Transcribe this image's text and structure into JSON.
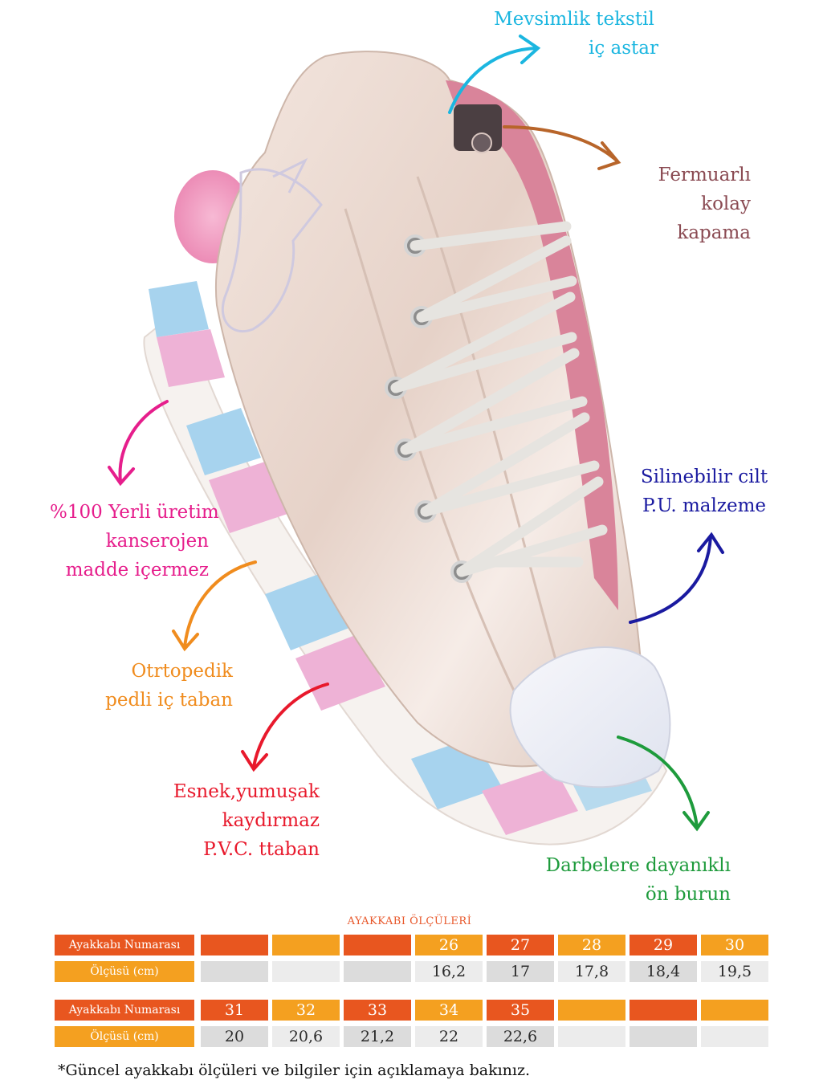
{
  "callouts": {
    "lining": {
      "lines": [
        "Mevsimlik  tekstil",
        "iç astar"
      ],
      "color": "#1bb6e0"
    },
    "zipper": {
      "lines": [
        "Fermuarlı",
        "kolay",
        "kapama"
      ],
      "color": "#8a4a52"
    },
    "material": {
      "lines": [
        "Silinebilir cilt",
        "P.U. malzeme"
      ],
      "color": "#1a1aa0"
    },
    "domestic": {
      "lines": [
        "%100 Yerli üretim",
        "kanserojen",
        "madde içermez"
      ],
      "color": "#e61e8c"
    },
    "insole": {
      "lines": [
        "Otrtopedik",
        "pedli iç taban"
      ],
      "color": "#f08c1e"
    },
    "outsole": {
      "lines": [
        "Esnek,yumuşak",
        "kaydırmaz",
        "P.V.C. ttaban"
      ],
      "color": "#e8192c"
    },
    "toe": {
      "lines": [
        "Darbelere dayanıklı",
        "ön burun"
      ],
      "color": "#1e9b3c"
    }
  },
  "size_chart": {
    "title": "AYAKKABI ÖLÇÜLERİ",
    "tables": [
      {
        "number_label": "Ayakkabı Numarası",
        "size_label": "Ölçüsü (cm)",
        "numbers": [
          "",
          "",
          "",
          "26",
          "27",
          "28",
          "29",
          "30"
        ],
        "sizes": [
          "",
          "",
          "",
          "16,2",
          "17",
          "17,8",
          "18,4",
          "19,5"
        ]
      },
      {
        "number_label": "Ayakkabı Numarası",
        "size_label": "Ölçüsü (cm)",
        "numbers": [
          "31",
          "32",
          "33",
          "34",
          "35",
          "",
          "",
          ""
        ],
        "sizes": [
          "20",
          "20,6",
          "21,2",
          "22",
          "22,6",
          "",
          "",
          ""
        ]
      }
    ],
    "note": "*Güncel ayakkabı ölçüleri ve bilgiler için açıklamaya bakınız."
  },
  "colors": {
    "shoe_upper": "#ecdcd4",
    "lining_pink": "#d9849a",
    "sole_blue": "#a7d3ee",
    "sole_pink": "#eeb2d6",
    "sole_white": "#f6f2ef",
    "fur_pink": "#f4a3c7",
    "header_dark": "#e8561f",
    "header_light": "#f4a020"
  },
  "icons": [
    "sneaker-illustration",
    "unicorn-stitch-icon",
    "arrow-icon"
  ]
}
